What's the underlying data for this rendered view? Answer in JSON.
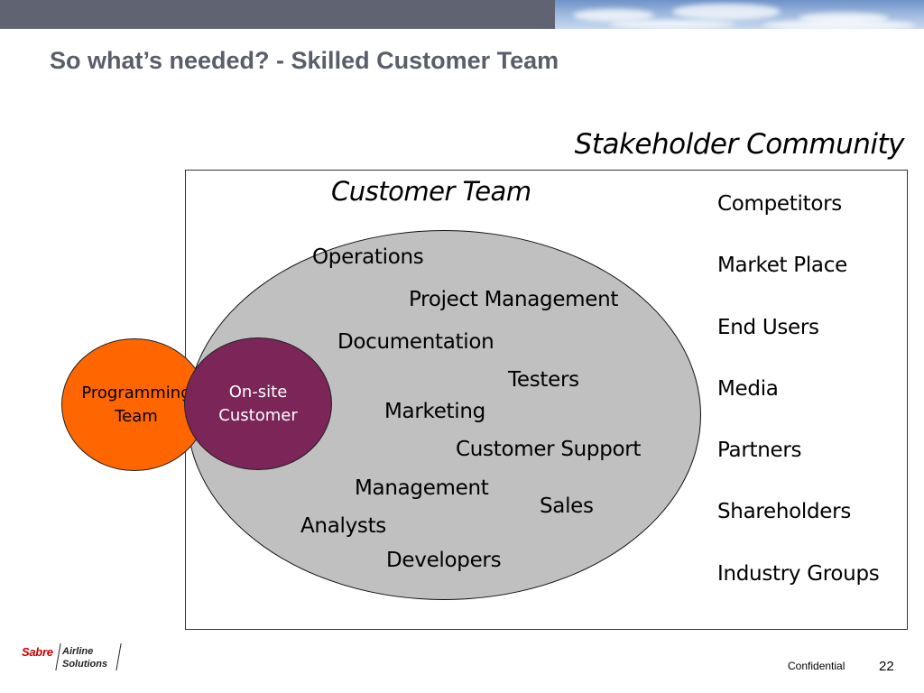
{
  "slide": {
    "title": "So what’s needed?  - Skilled Customer Team"
  },
  "diagram": {
    "stakeholder_community_title": "Stakeholder Community",
    "customer_team_title": "Customer Team",
    "customer_team_roles": [
      "Operations",
      "Project Management",
      "Documentation",
      "Testers",
      "Marketing",
      "Customer Support",
      "Management",
      "Sales",
      "Analysts",
      "Developers"
    ],
    "stakeholders": [
      "Competitors",
      "Market Place",
      "End Users",
      "Media",
      "Partners",
      "Shareholders",
      "Industry Groups"
    ],
    "programming_team": {
      "line1": "Programming",
      "line2": "Team",
      "color": "#ff6600"
    },
    "onsite_customer": {
      "line1": "On-site",
      "line2": "Customer",
      "color": "#7b2559"
    },
    "ellipse_color": "#c0c0c0"
  },
  "footer": {
    "logo_brand": "Sabre",
    "logo_line1": "Airline",
    "logo_line2": "Solutions",
    "confidential": "Confidential",
    "page_number": "22"
  }
}
